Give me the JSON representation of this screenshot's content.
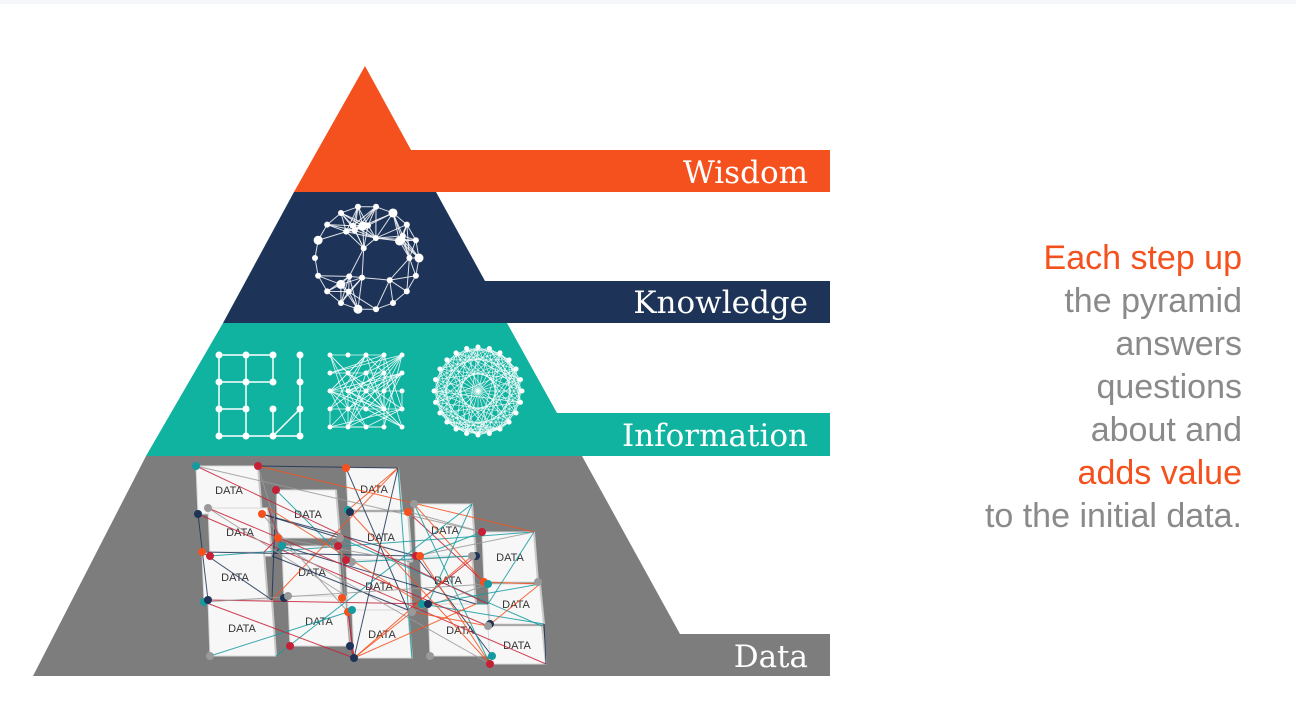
{
  "colors": {
    "wisdom": "#f4511e",
    "knowledge": "#1d3357",
    "information": "#10b2a0",
    "data": "#7d7d7d",
    "accent_text": "#f4511e",
    "body_text": "#8a8a8a",
    "node_teal": "#159aa0",
    "node_red": "#c62036",
    "node_navy": "#1d3357",
    "node_orange": "#f4511e"
  },
  "levels": [
    {
      "label": "Wisdom",
      "icon": "apex-icon"
    },
    {
      "label": "Knowledge",
      "icon": "sphere-network-icon"
    },
    {
      "label": "Information",
      "icon": "grid-network-icons"
    },
    {
      "label": "Data",
      "icon": "data-cubes-icon"
    }
  ],
  "data_box_label": "DATA",
  "caption": {
    "line1": "Each step up",
    "line2": "the pyramid",
    "line3": "answers",
    "line4": "questions",
    "line5": "about and",
    "line6": "adds value",
    "line7": "to the initial data."
  }
}
